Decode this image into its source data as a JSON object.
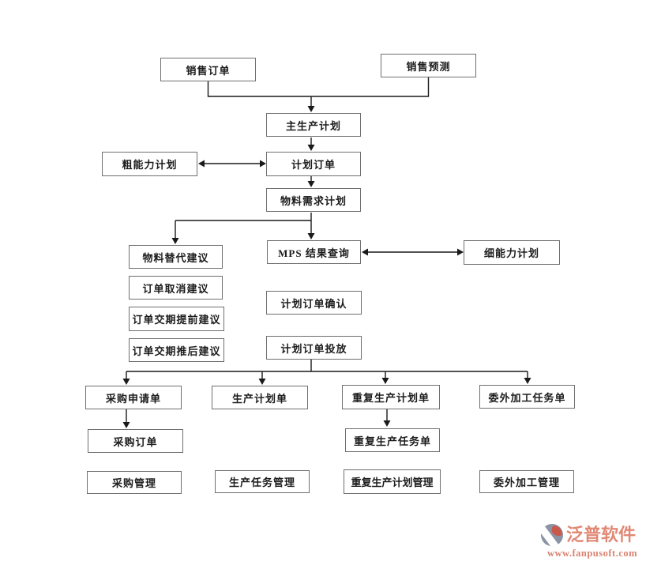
{
  "diagram": {
    "title_hint": "MRP production planning flowchart",
    "nodes": {
      "sales_order": "销售订单",
      "sales_forecast": "销售预测",
      "master_production_schedule": "主生产计划",
      "rough_capacity_plan": "粗能力计划",
      "planned_order": "计划订单",
      "material_requirements_plan": "物料需求计划",
      "material_substitute_suggestion": "物料替代建议",
      "mps_result_query": "MPS 结果查询",
      "detailed_capacity_plan": "细能力计划",
      "order_cancel_suggestion": "订单取消建议",
      "planned_order_confirm": "计划订单确认",
      "order_due_advance_suggestion": "订单交期提前建议",
      "order_due_postpone_suggestion": "订单交期推后建议",
      "planned_order_release": "计划订单投放",
      "purchase_requisition": "采购申请单",
      "production_plan_order": "生产计划单",
      "repeat_production_plan_order": "重复生产计划单",
      "outsourcing_task_order": "委外加工任务单",
      "purchase_order": "采购订单",
      "repeat_production_task_order": "重复生产任务单",
      "purchase_management": "采购管理",
      "production_task_management": "生产任务管理",
      "repeat_production_plan_management": "重复生产计划管理",
      "outsourcing_management": "委外加工管理"
    }
  },
  "logo": {
    "name": "泛普软件",
    "url": "www.fanpusoft.com"
  },
  "colors": {
    "line": "#1a1a1a",
    "box_border": "#6f6f6f",
    "logo_red": "#c9584a",
    "logo_gray": "#8b94a5",
    "logo_text": "#e18875",
    "logo_url": "#d9826f"
  }
}
